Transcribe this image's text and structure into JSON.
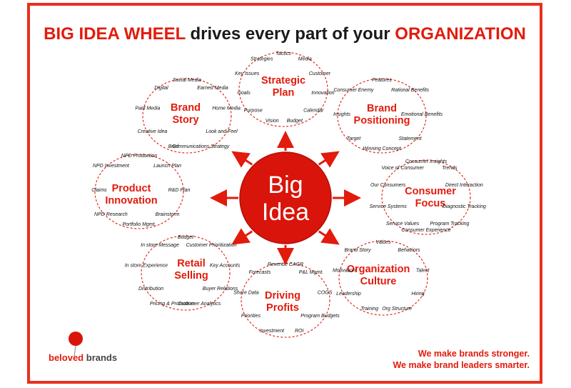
{
  "title": {
    "part1": "BIG IDEA WHEEL",
    "part2": " drives every part of your ",
    "part3": "ORGANIZATION"
  },
  "core": {
    "line1": "Big",
    "line2": "Idea"
  },
  "clusters": [
    {
      "title": [
        "Strategic",
        "Plan"
      ],
      "items": [
        "Tactics",
        "Media",
        "Customer",
        "Innovation",
        "Calendar",
        "Budget",
        "Vision",
        "Purpose",
        "Goals",
        "Key Issues",
        "Strategies"
      ]
    },
    {
      "title": [
        "Brand",
        "Positioning"
      ],
      "items": [
        "Features",
        "Rational Benefits",
        "Emotional Benefits",
        "Statement",
        "Winning Concept",
        "Target",
        "Insights",
        "Consumer Enemy"
      ]
    },
    {
      "title": [
        "Consumer",
        "Focus"
      ],
      "items": [
        "Consumer Insights",
        "Trends",
        "Direct Interaction",
        "Diagnostic Tracking",
        "Program Tracking",
        "Consumer Experience",
        "Service Values",
        "Service Systems",
        "Our Consumers",
        "Voice of Consumer"
      ]
    },
    {
      "title": [
        "Organization",
        "Culture"
      ],
      "items": [
        "Values",
        "Behaviors",
        "Talent",
        "Hiring",
        "Org Structure",
        "Training",
        "Leadership",
        "Motivation",
        "Brand Story"
      ]
    },
    {
      "title": [
        "Driving",
        "Profits"
      ],
      "items": [
        "Revenue CAGR",
        "P&L Mgmt.",
        "COGS",
        "Program Budgets",
        "ROI",
        "Investment",
        "Priorities",
        "Share Data",
        "Forecasts"
      ]
    },
    {
      "title": [
        "Retail",
        "Selling"
      ],
      "items": [
        "Budget",
        "Customer Prioritization",
        "Key Accounts",
        "Buyer Relations",
        "Customer Analytics",
        "Pricing & Promotion",
        "Distribution",
        "In store Experience",
        "In store Message"
      ]
    },
    {
      "title": [
        "Product",
        "Innovation"
      ],
      "items": [
        "NPD Production",
        "Launch Plan",
        "R&D Plan",
        "Brainstorm",
        "Portfolio Mgmt.",
        "NPD Research",
        "Claims",
        "NPD Investment"
      ]
    },
    {
      "title": [
        "Brand",
        "Story"
      ],
      "items": [
        "Social Media",
        "Earned Media",
        "Home Media",
        "Look and Feel",
        "Communications Strategy",
        "Brief",
        "Creative Idea",
        "Paid Media",
        "Digital"
      ]
    }
  ],
  "footer": {
    "brand_part1": "beloved",
    "brand_part2": "brands",
    "tagline1": "We make brands stronger.",
    "tagline2": "We make brand leaders smarter."
  },
  "colors": {
    "accent": "#e21b0c",
    "frame": "#e8301e",
    "core_fill": "#d9140a",
    "text": "#1a1a1a"
  }
}
